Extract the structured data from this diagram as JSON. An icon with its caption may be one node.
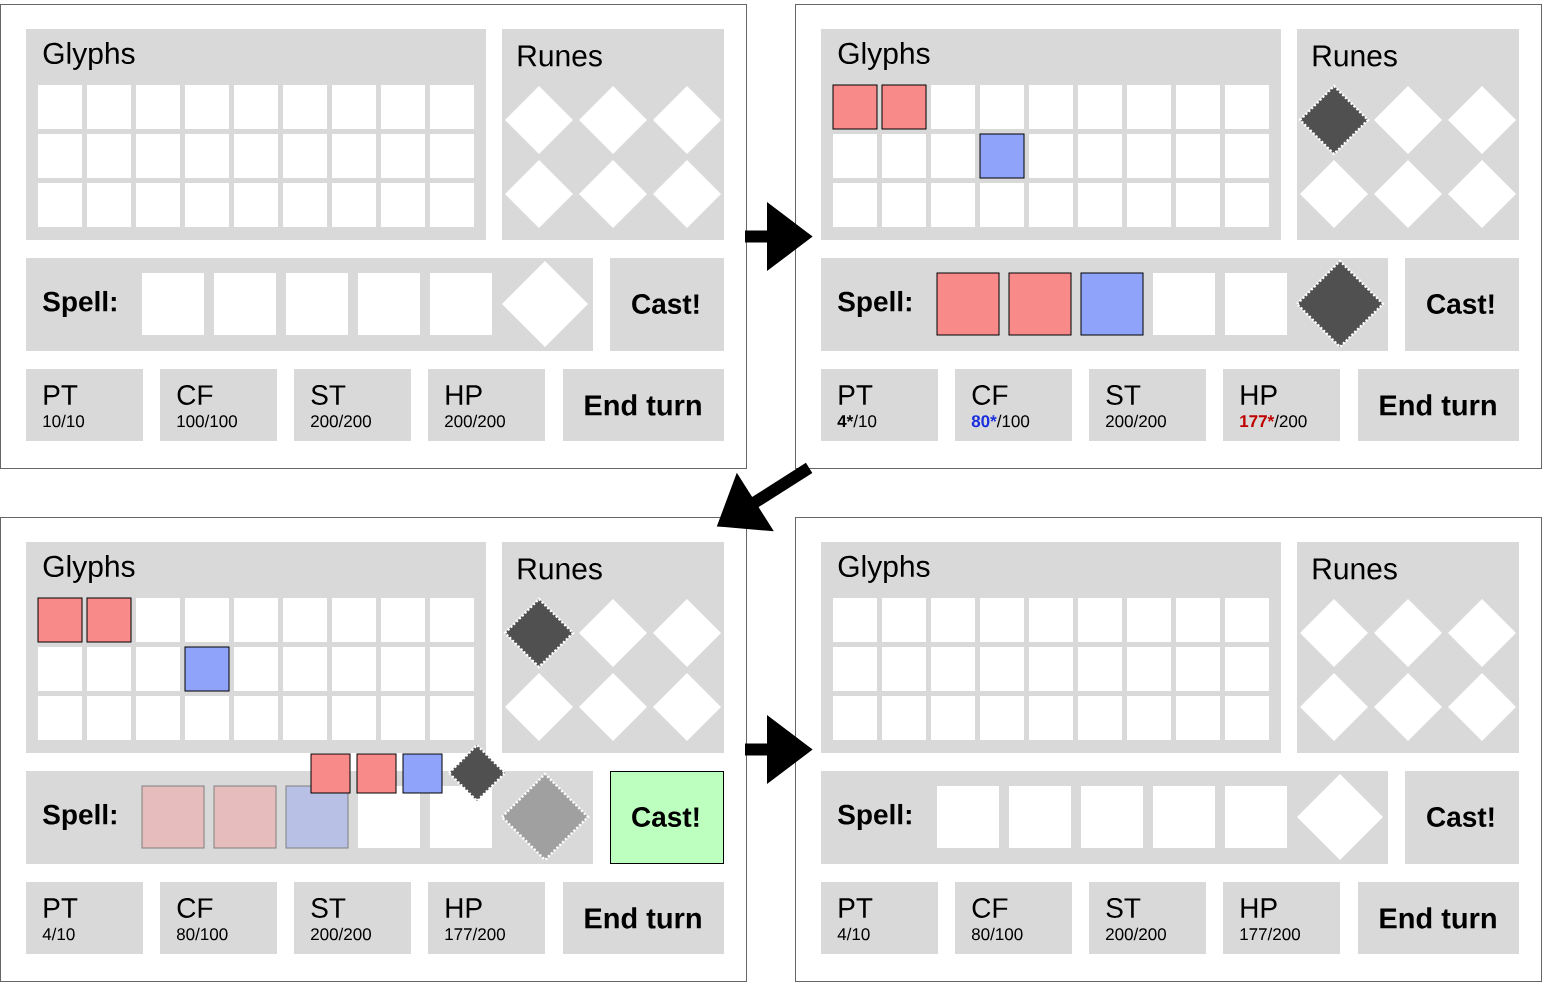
{
  "diagram": {
    "nodes": [
      {
        "text": [],
        "shape": "box"
      },
      {
        "text": [
          "Glyphs"
        ],
        "in": 0
      },
      {
        "text": [
          "Runes"
        ],
        "in": 0
      },
      {
        "text": [
          "Spell:"
        ],
        "in": 0
      },
      {
        "text": [
          "Cast!"
        ],
        "in": 0
      },
      {
        "text": [
          "PT",
          "10/10"
        ],
        "in": 0
      },
      {
        "text": [
          "CF",
          "100/100"
        ],
        "in": 0
      },
      {
        "text": [
          "ST",
          "200/200"
        ],
        "in": 0
      },
      {
        "text": [
          "HP",
          "200/200"
        ],
        "in": 0
      },
      {
        "text": [
          "End turn"
        ],
        "in": 0
      },
      {
        "text": [],
        "shape": "box"
      },
      {
        "text": [
          "Glyphs"
        ],
        "in": 10
      },
      {
        "text": [
          "Runes"
        ],
        "in": 10
      },
      {
        "text": [
          "Spell:"
        ],
        "in": 10
      },
      {
        "text": [
          "Cast!"
        ],
        "in": 10
      },
      {
        "text": [
          "PT",
          "4*",
          "/10"
        ],
        "in": 10
      },
      {
        "text": [
          "CF",
          "80*",
          "/100"
        ],
        "in": 10
      },
      {
        "text": [
          "ST",
          "200/200"
        ],
        "in": 10
      },
      {
        "text": [
          "HP",
          "177*",
          "/200"
        ],
        "in": 10
      },
      {
        "text": [
          "End turn"
        ],
        "in": 10
      },
      {
        "text": [],
        "shape": "box"
      },
      {
        "text": [
          "Glyphs"
        ],
        "in": 20
      },
      {
        "text": [
          "Runes"
        ],
        "in": 20
      },
      {
        "text": [
          "Spell:"
        ],
        "in": 20
      },
      {
        "text": [
          "Cast!"
        ],
        "in": 20
      },
      {
        "text": [
          "PT",
          "4/10"
        ],
        "in": 20
      },
      {
        "text": [
          "CF",
          "80/100"
        ],
        "in": 20
      },
      {
        "text": [
          "ST",
          "200/200"
        ],
        "in": 20
      },
      {
        "text": [
          "HP",
          "177/200"
        ],
        "in": 20
      },
      {
        "text": [
          "End turn"
        ],
        "in": 20
      },
      {
        "text": [],
        "shape": "box"
      },
      {
        "text": [
          "Glyphs"
        ],
        "in": 30
      },
      {
        "text": [
          "Runes"
        ],
        "in": 30
      },
      {
        "text": [
          "Spell:"
        ],
        "in": 30
      },
      {
        "text": [
          "Cast!"
        ],
        "in": 30
      },
      {
        "text": [
          "PT",
          "4/10"
        ],
        "in": 30
      },
      {
        "text": [
          "CF",
          "80/100"
        ],
        "in": 30
      },
      {
        "text": [
          "ST",
          "200/200"
        ],
        "in": 30
      },
      {
        "text": [
          "HP",
          "177/200"
        ],
        "in": 30
      },
      {
        "text": [
          "End turn"
        ],
        "in": 30
      }
    ],
    "edges": [
      {
        "from": 0,
        "to": 10,
        "arrow": "to"
      },
      {
        "from": 10,
        "to": 20,
        "arrow": "to"
      },
      {
        "from": 20,
        "to": 30,
        "arrow": "to"
      }
    ]
  }
}
